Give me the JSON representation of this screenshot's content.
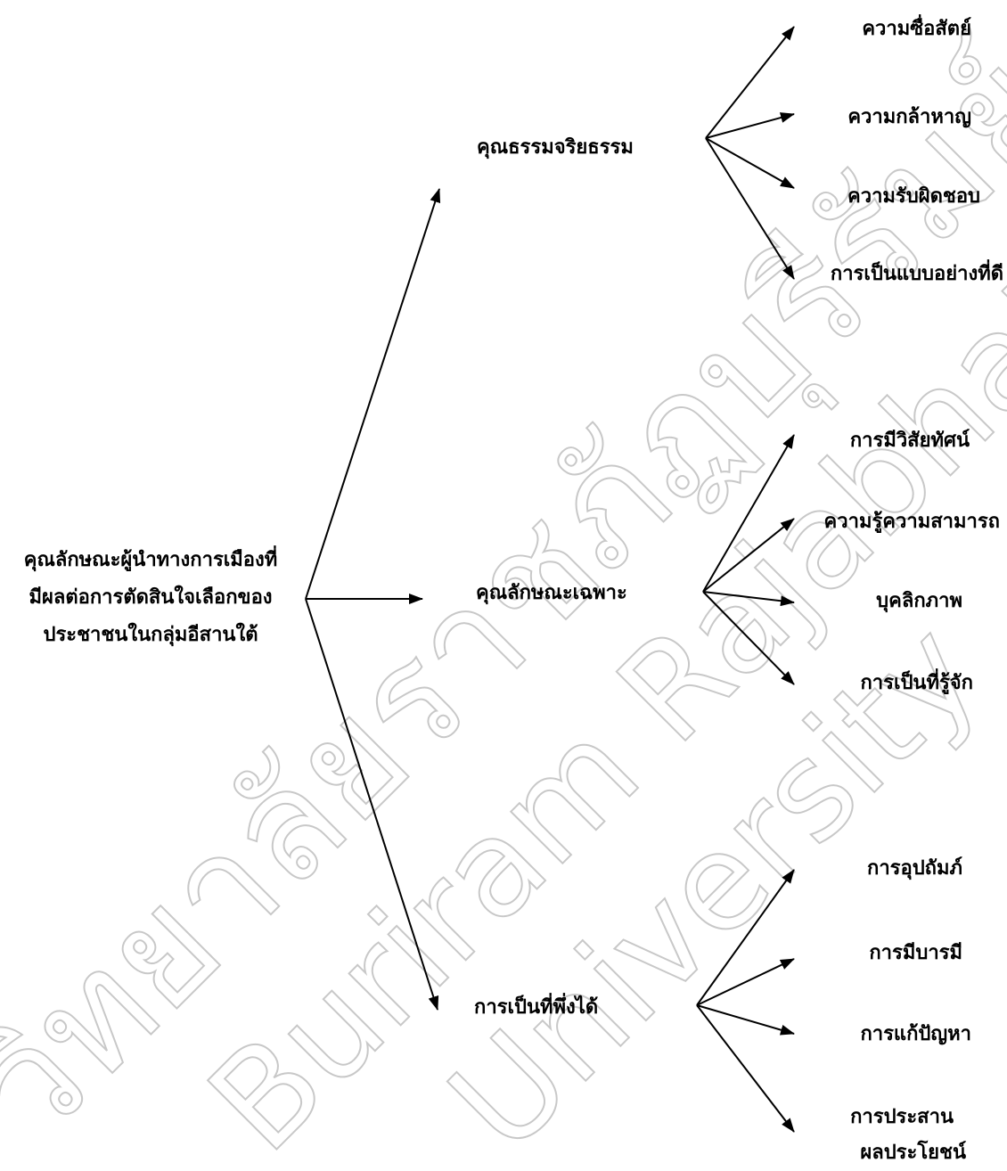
{
  "root": {
    "lines": [
      "คุณลักษณะผู้นำทางการเมืองที่",
      "มีผลต่อการตัดสินใจเลือกของ",
      "ประชาชนในกลุ่มอีสานใต้"
    ]
  },
  "branches": [
    {
      "label": "คุณธรรมจริยธรรม",
      "leaves": [
        "ความซื่อสัตย์",
        "ความกล้าหาญ",
        "ความรับผิดชอบ",
        "การเป็นแบบอย่างที่ดี"
      ]
    },
    {
      "label": "คุณลักษณะเฉพาะ",
      "leaves": [
        "การมีวิสัยทัศน์",
        "ความรู้ความสามารถ",
        "บุคลิกภาพ",
        "การเป็นที่รู้จัก"
      ]
    },
    {
      "label": "การเป็นที่พึ่งได้",
      "leaves": [
        "การอุปถัมภ์",
        "การมีบารมี",
        "การแก้ปัญหา",
        "การประสาน"
      ],
      "leaf_extra_line": "ผลประโยชน์"
    }
  ],
  "watermark": {
    "line1": "วิทยาลัยราชภัฏบุรีรัมย์",
    "line2": "Buriram Rajabhat",
    "line3": "University"
  },
  "colors": {
    "ink": "#000000",
    "watermark_outline": "#c8c8c8"
  }
}
